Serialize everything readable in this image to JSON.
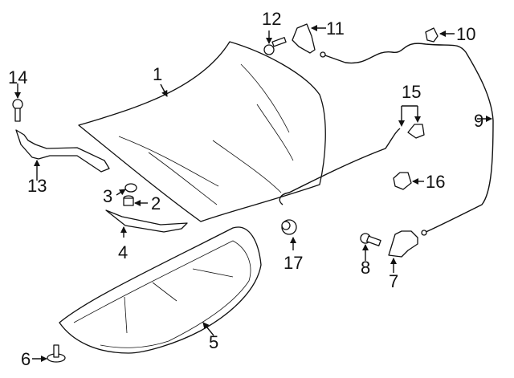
{
  "diagram": {
    "title": "Hood & Components",
    "callouts": [
      {
        "id": "1",
        "part": "hood"
      },
      {
        "id": "2",
        "part": "bumper-stop"
      },
      {
        "id": "3",
        "part": "grommet"
      },
      {
        "id": "4",
        "part": "seal-strip"
      },
      {
        "id": "5",
        "part": "insulator"
      },
      {
        "id": "6",
        "part": "retainer-clip"
      },
      {
        "id": "7",
        "part": "latch"
      },
      {
        "id": "8",
        "part": "bolt"
      },
      {
        "id": "9",
        "part": "release-cable"
      },
      {
        "id": "10",
        "part": "cable-clip"
      },
      {
        "id": "11",
        "part": "release-handle"
      },
      {
        "id": "12",
        "part": "bolt"
      },
      {
        "id": "13",
        "part": "hinge"
      },
      {
        "id": "14",
        "part": "bolt"
      },
      {
        "id": "15",
        "part": "prop-rod-and-holder"
      },
      {
        "id": "16",
        "part": "prop-rod-clip"
      },
      {
        "id": "17",
        "part": "bumper"
      }
    ],
    "colors": {
      "line": "#111111",
      "background": "#ffffff"
    }
  }
}
